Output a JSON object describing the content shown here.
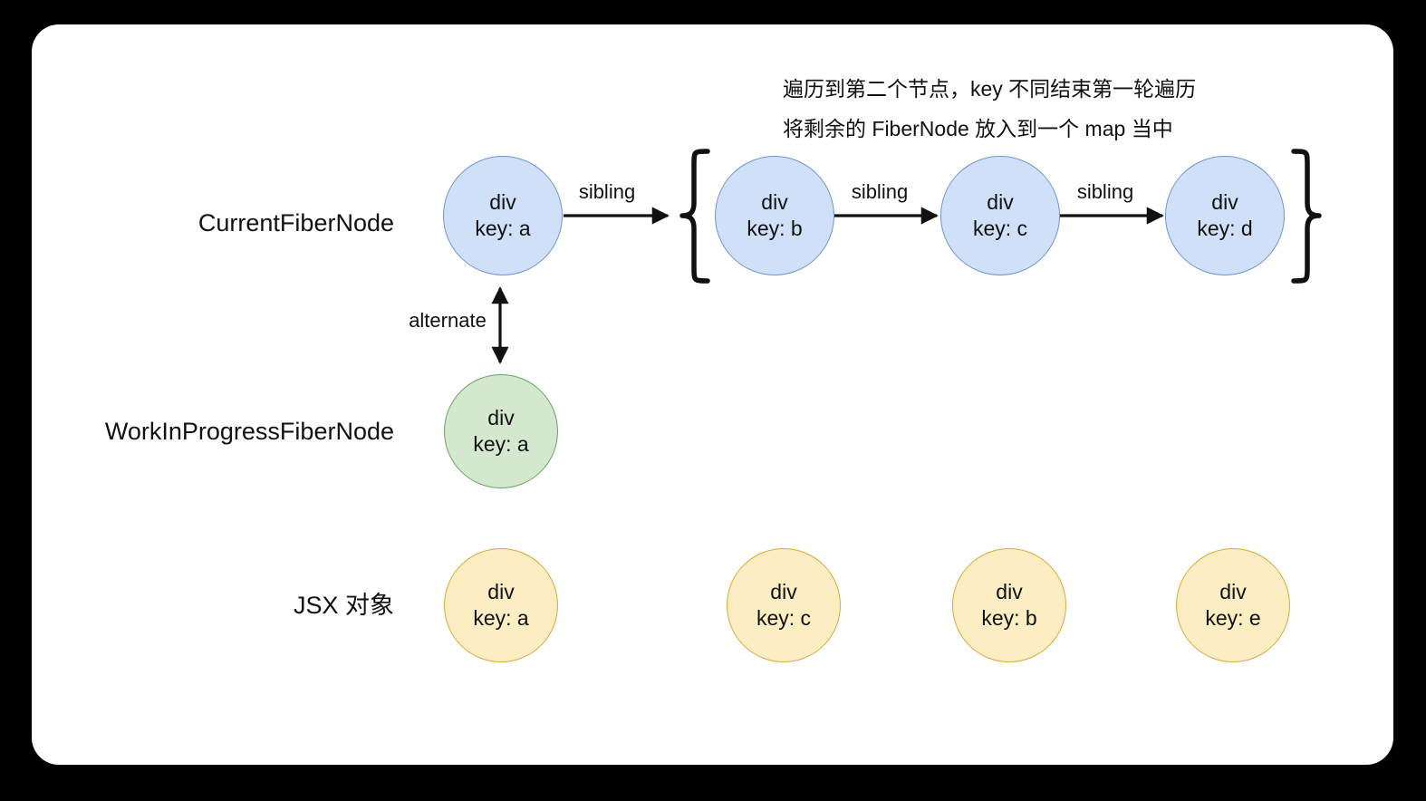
{
  "diagram": {
    "title_annotation": {
      "line1": "遍历到第二个节点，key 不同结束第一轮遍历",
      "line2": "将剩余的 FiberNode 放入到一个 map 当中"
    },
    "row_labels": {
      "current": "CurrentFiberNode",
      "wip": "WorkInProgressFiberNode",
      "jsx": "JSX 对象"
    },
    "edge_labels": {
      "sibling": "sibling",
      "alternate": "alternate"
    },
    "rows": {
      "current_fiber": [
        {
          "tag": "div",
          "key": "key: a"
        },
        {
          "tag": "div",
          "key": "key: b"
        },
        {
          "tag": "div",
          "key": "key: c"
        },
        {
          "tag": "div",
          "key": "key: d"
        }
      ],
      "work_in_progress": [
        {
          "tag": "div",
          "key": "key: a"
        }
      ],
      "jsx_objects": [
        {
          "tag": "div",
          "key": "key: a"
        },
        {
          "tag": "div",
          "key": "key: c"
        },
        {
          "tag": "div",
          "key": "key: b"
        },
        {
          "tag": "div",
          "key": "key: e"
        }
      ]
    },
    "colors": {
      "background": "#000000",
      "panel": "#ffffff",
      "fiber_fill": "#cfe0f8",
      "fiber_stroke": "#6f96cf",
      "wip_fill": "#d3e8cf",
      "wip_stroke": "#6aa563",
      "jsx_fill": "#fceec2",
      "jsx_stroke": "#d7a93a",
      "stroke": "#111111"
    }
  }
}
